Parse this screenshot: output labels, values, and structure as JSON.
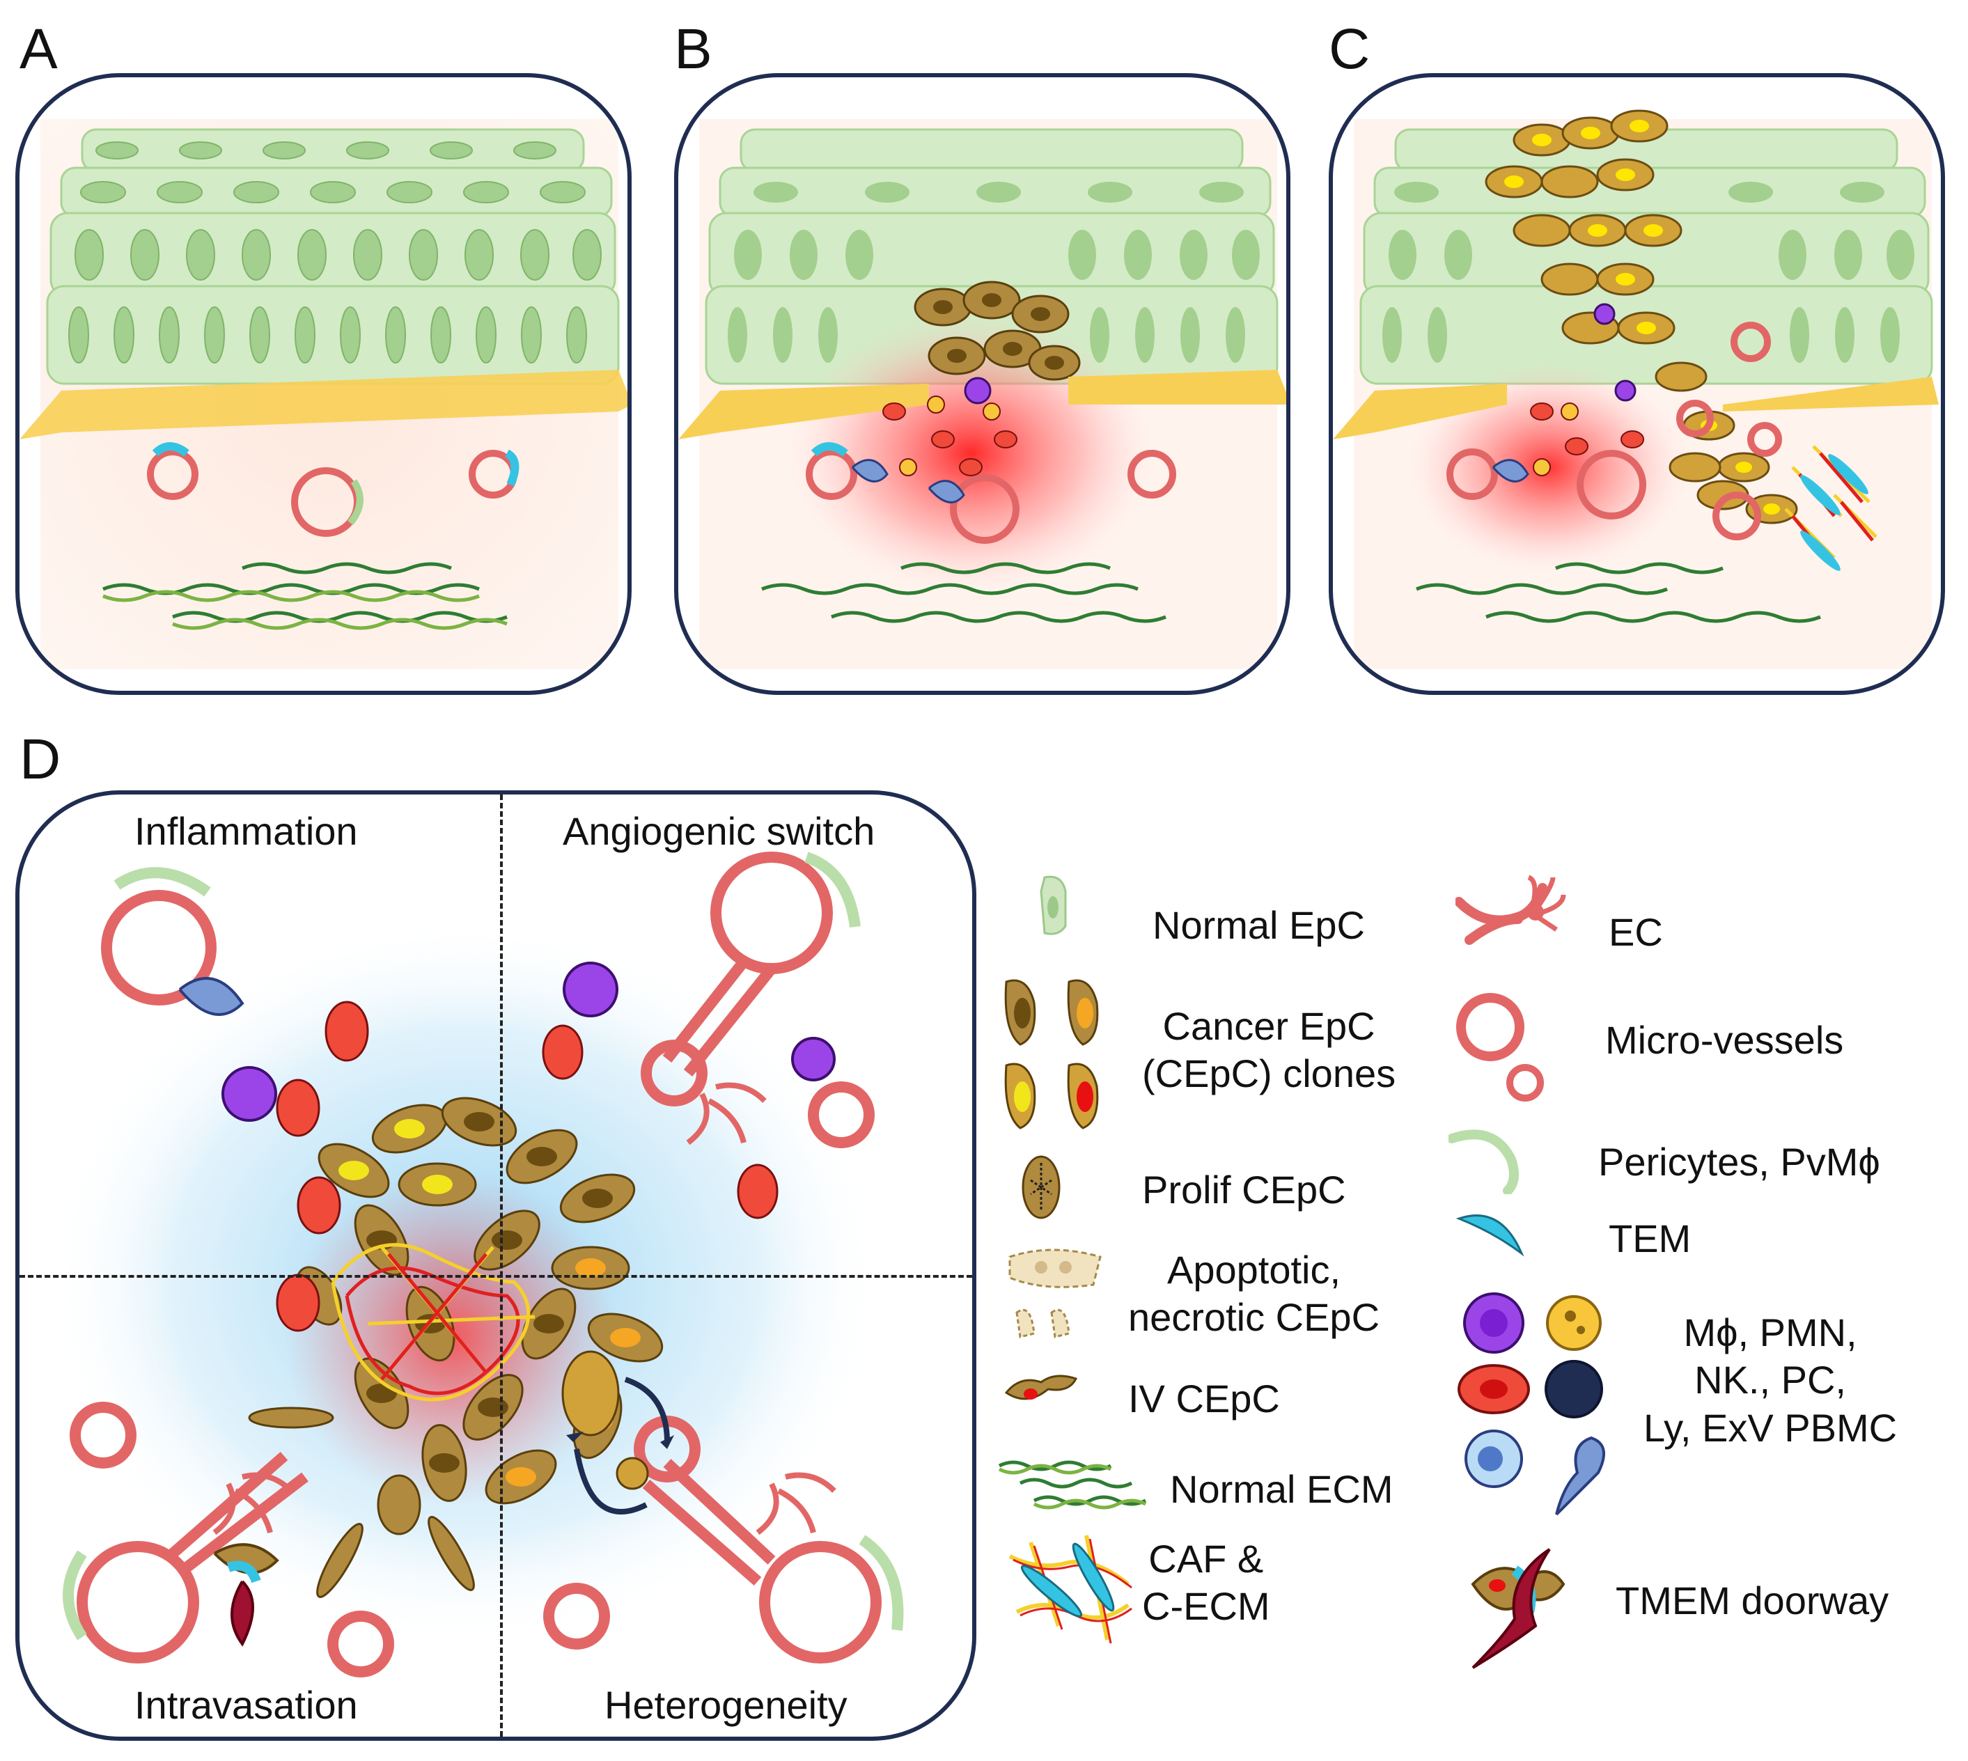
{
  "panels": {
    "a": {
      "letter": "A"
    },
    "b": {
      "letter": "B"
    },
    "c": {
      "letter": "C"
    },
    "d": {
      "letter": "D"
    }
  },
  "quadrants": {
    "top_left": "Inflammation",
    "top_right": "Angiogenic switch",
    "bottom_left": "Intravasation",
    "bottom_right": "Heterogeneity"
  },
  "legend": {
    "normal_epc": "Normal EpC",
    "cancer_epc_line1": "Cancer EpC",
    "cancer_epc_line2": "(CEpC) clones",
    "prolif_cepc": "Prolif CEpC",
    "apoptotic_line1": "Apoptotic,",
    "apoptotic_line2": "necrotic CEpC",
    "iv_cepc": "IV CEpC",
    "normal_ecm": "Normal ECM",
    "caf_line1": "CAF &",
    "caf_line2": "C-ECM",
    "ec": "EC",
    "micro_vessels": "Micro-vessels",
    "pericytes": "Pericytes, PvMϕ",
    "tem": "TEM",
    "immune_line1": "Mϕ, PMN,",
    "immune_line2": "NK., PC,",
    "immune_line3": "Ly, ExV PBMC",
    "tmem": "TMEM doorway"
  },
  "colors": {
    "panel_border": "#1f2d52",
    "normal_cell": "#cfe6c0",
    "normal_nucleus": "#9cc98a",
    "cancer_cell": "#b08a3e",
    "cancer_nucleus_dark": "#6b4d12",
    "yellow_clone": "#f2d21c",
    "vessel": "#e26666",
    "basement_membrane": "#f8cf55",
    "ecm_green": "#2e7d32",
    "tem_cyan": "#35c3e3",
    "macrophage": "#9b45e8",
    "inflammation_red": "#ff2020",
    "glow_blue": "#bde3f7"
  }
}
